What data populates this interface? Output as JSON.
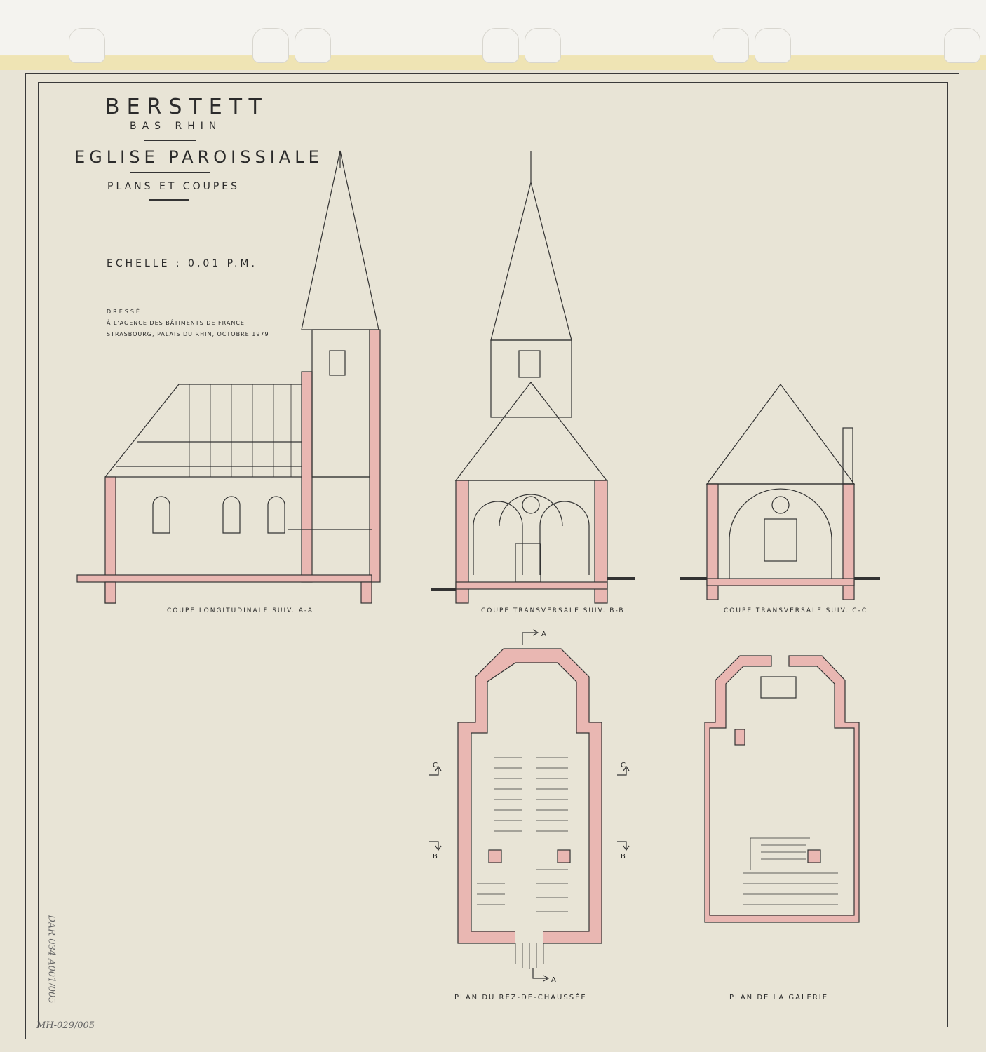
{
  "title": {
    "place": "BERSTETT",
    "region": "BAS RHIN",
    "building": "EGLISE PAROISSIALE",
    "subtitle": "PLANS ET COUPES",
    "scale": "ECHELLE : 0,01 P.M.",
    "credit_1": "DRESSÉ",
    "credit_2": "À L'AGENCE DES BÂTIMENTS DE FRANCE",
    "credit_3": "STRASBOURG, PALAIS DU RHIN, OCTOBRE 1979"
  },
  "captions": {
    "section_aa": "COUPE LONGITUDINALE SUIV. A-A",
    "section_bb": "COUPE TRANSVERSALE SUIV. B-B",
    "section_cc": "COUPE TRANSVERSALE SUIV. C-C",
    "plan_ground": "PLAN DU REZ-DE-CHAUSSÉE",
    "plan_gallery": "PLAN DE LA GALERIE"
  },
  "section_marks": {
    "a": "A",
    "b": "B",
    "c": "C"
  },
  "annotations": {
    "archive_ref_vertical": "DAR 034 A001/005",
    "archive_ref_bottom": "MH-029/005"
  },
  "colors": {
    "paper": "#e8e4d6",
    "wall_fill": "#e9b7b2",
    "ink": "#2b2b2b"
  }
}
